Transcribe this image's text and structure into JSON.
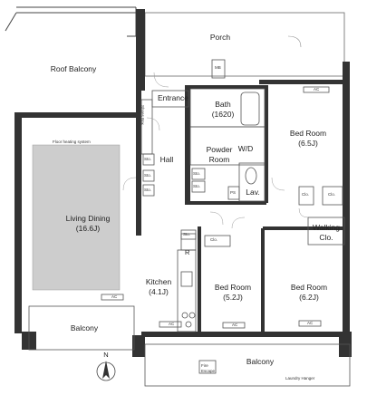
{
  "rooms": {
    "porch": "Porch",
    "roof_balcony": "Roof Balcony",
    "entrance": "Entrance",
    "bath": "Bath\n(1620)",
    "bed_room_1": "Bed Room\n(6.5J)",
    "powder_room": "Powder\nRoom",
    "wd": "W/D",
    "hall": "Hall",
    "lav": "Lav.",
    "living_dining": "Living Dining\n(16.6J)",
    "walking_clo": "Walking\nClo.",
    "kitchen": "Kitchen\n(4.1J)",
    "bed_room_2": "Bed Room\n(5.2J)",
    "bed_room_3": "Bed Room\n(6.2J)",
    "balcony_left": "Balcony",
    "balcony_bottom": "Balcony"
  },
  "notes": {
    "floor_heating": "Floor heating system",
    "shoes_box": "Shoes Box",
    "mb": "MB",
    "ac": "AC",
    "sto": "Sto.",
    "clo": "Clo.",
    "ps": "PS",
    "r": "R",
    "fire_escape": "Fire\nEscape",
    "laundry_hanger": "Laundry Hanger"
  },
  "compass": {
    "north": "N"
  }
}
